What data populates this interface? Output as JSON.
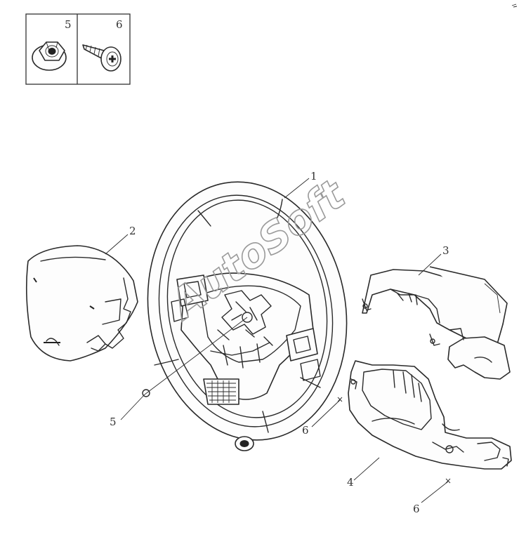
{
  "legend": {
    "items": [
      {
        "number": "5",
        "icon": "flange-nut-icon"
      },
      {
        "number": "6",
        "icon": "tapping-screw-icon"
      }
    ]
  },
  "callouts": {
    "wheel": "1",
    "airbag": "2",
    "upper_shroud": "3",
    "lower_shroud": "4",
    "nut": "5",
    "screw_left": "6",
    "screw_bottom": "6"
  },
  "watermark": "AutoSoft"
}
